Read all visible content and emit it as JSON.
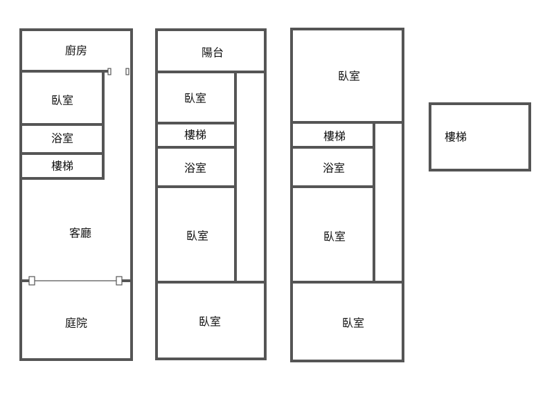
{
  "floors": [
    {
      "rooms": [
        {
          "label": "廚房"
        },
        {
          "label": "臥室"
        },
        {
          "label": "浴室"
        },
        {
          "label": "樓梯"
        },
        {
          "label": "客廳"
        },
        {
          "label": "庭院"
        }
      ]
    },
    {
      "rooms": [
        {
          "label": "陽台"
        },
        {
          "label": "臥室"
        },
        {
          "label": "樓梯"
        },
        {
          "label": "浴室"
        },
        {
          "label": "臥室"
        },
        {
          "label": "臥室"
        }
      ]
    },
    {
      "rooms": [
        {
          "label": "臥室"
        },
        {
          "label": "樓梯"
        },
        {
          "label": "浴室"
        },
        {
          "label": "臥室"
        },
        {
          "label": "臥室"
        }
      ]
    },
    {
      "rooms": [
        {
          "label": "樓梯"
        }
      ]
    }
  ]
}
